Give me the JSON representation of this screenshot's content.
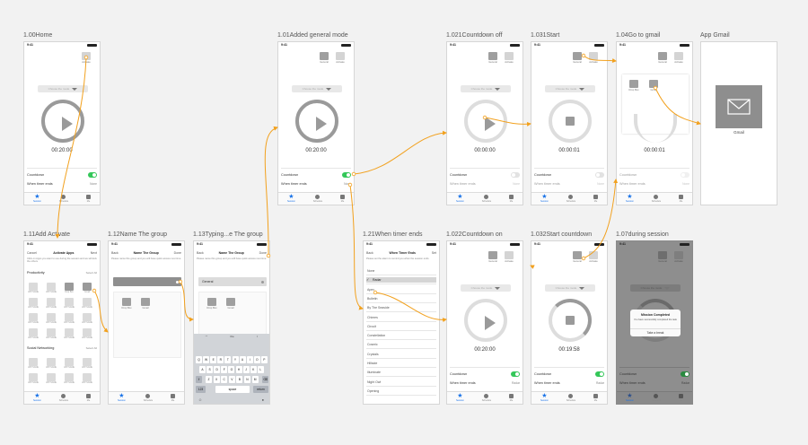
{
  "titles": {
    "s100": "1.00Home",
    "s101": "1.01Added general mode",
    "s1021": "1.021Countdown off",
    "s1031": "1.031Start",
    "s104": "1.04Go to gmail",
    "sgmail": "App Gmail",
    "s111": "1.11Add Activate",
    "s112": "1.12Name The group",
    "s113": "1.13Typing...e The group",
    "s121": "1.21When timer ends",
    "s1022": "1.022Countdown on",
    "s1032": "1.032Start countdown",
    "s107": "1.07during session"
  },
  "status_time": "9:41",
  "tabs": [
    "Session",
    "Schedule",
    "Me"
  ],
  "common": {
    "activate": "Activate",
    "general": "General",
    "dropdown_placeholder": "Choose the mode",
    "countdown": "Countdown",
    "when_timer_ends": "When timer ends",
    "none": "None",
    "radar": "Radar"
  },
  "home": {
    "time": "00:20:00"
  },
  "general": {
    "time": "00:20:00"
  },
  "countdown_off": {
    "time": "00:00:00"
  },
  "start": {
    "time": "00:00:01"
  },
  "go_gmail": {
    "time": "00:00:01",
    "apps": [
      "Drop Box",
      "Gmail"
    ]
  },
  "gmail": {
    "label": "Gmail"
  },
  "add_activate": {
    "cancel": "Cancel",
    "title": "Activate Apps",
    "next": "Next",
    "note": "Click on Apps you want to use during the session and we will lock the others",
    "productivity": "Productivity",
    "select_all": "Select All",
    "social": "Social Networking",
    "app_name": "APP NAME",
    "drop_box": "Drop Box",
    "gmail": "Gmail"
  },
  "name_group": {
    "back": "Back",
    "title": "Name The Group",
    "done": "Done",
    "note": "Please name this group and you will have quick access next time",
    "apps": [
      "Drop Box",
      "Gmail"
    ]
  },
  "typing": {
    "back": "Back",
    "title": "Name The Group",
    "done": "Done",
    "note": "Please name this group and you will have quick access next time",
    "value": "General",
    "apps": [
      "Drop Box",
      "Gmail"
    ],
    "suggestions": [
      "\"\"",
      "the",
      "I"
    ],
    "row1": [
      "Q",
      "W",
      "E",
      "R",
      "T",
      "Y",
      "U",
      "I",
      "O",
      "P"
    ],
    "row2": [
      "A",
      "S",
      "D",
      "F",
      "G",
      "H",
      "J",
      "K",
      "L"
    ],
    "row3": [
      "Z",
      "X",
      "C",
      "V",
      "B",
      "N",
      "M"
    ],
    "k123": "123",
    "space": "space",
    "ret": "return"
  },
  "timer_ends": {
    "back": "Back",
    "title": "When Timer Ends",
    "set": "Set",
    "note": "Please set the alarm to remind you when the session ends",
    "options": [
      "None",
      "Radar",
      "Apex",
      "Bulletin",
      "By The Seaside",
      "Chimes",
      "Circuit",
      "Constellation",
      "Cosmic",
      "Crystals",
      "Hillside",
      "Illuminate",
      "Night Owl",
      "Opening"
    ],
    "selected": 1
  },
  "countdown_on": {
    "time": "00:20:00"
  },
  "start_countdown": {
    "time": "00:19:58"
  },
  "during": {
    "dialog_title": "Mission Completed",
    "dialog_body": "You have successfully completed the task",
    "dialog_button": "Take a break"
  },
  "colors": {
    "accent": "#f2a11e",
    "toggle_on": "#34c759",
    "tab_active": "#1a73e8"
  }
}
